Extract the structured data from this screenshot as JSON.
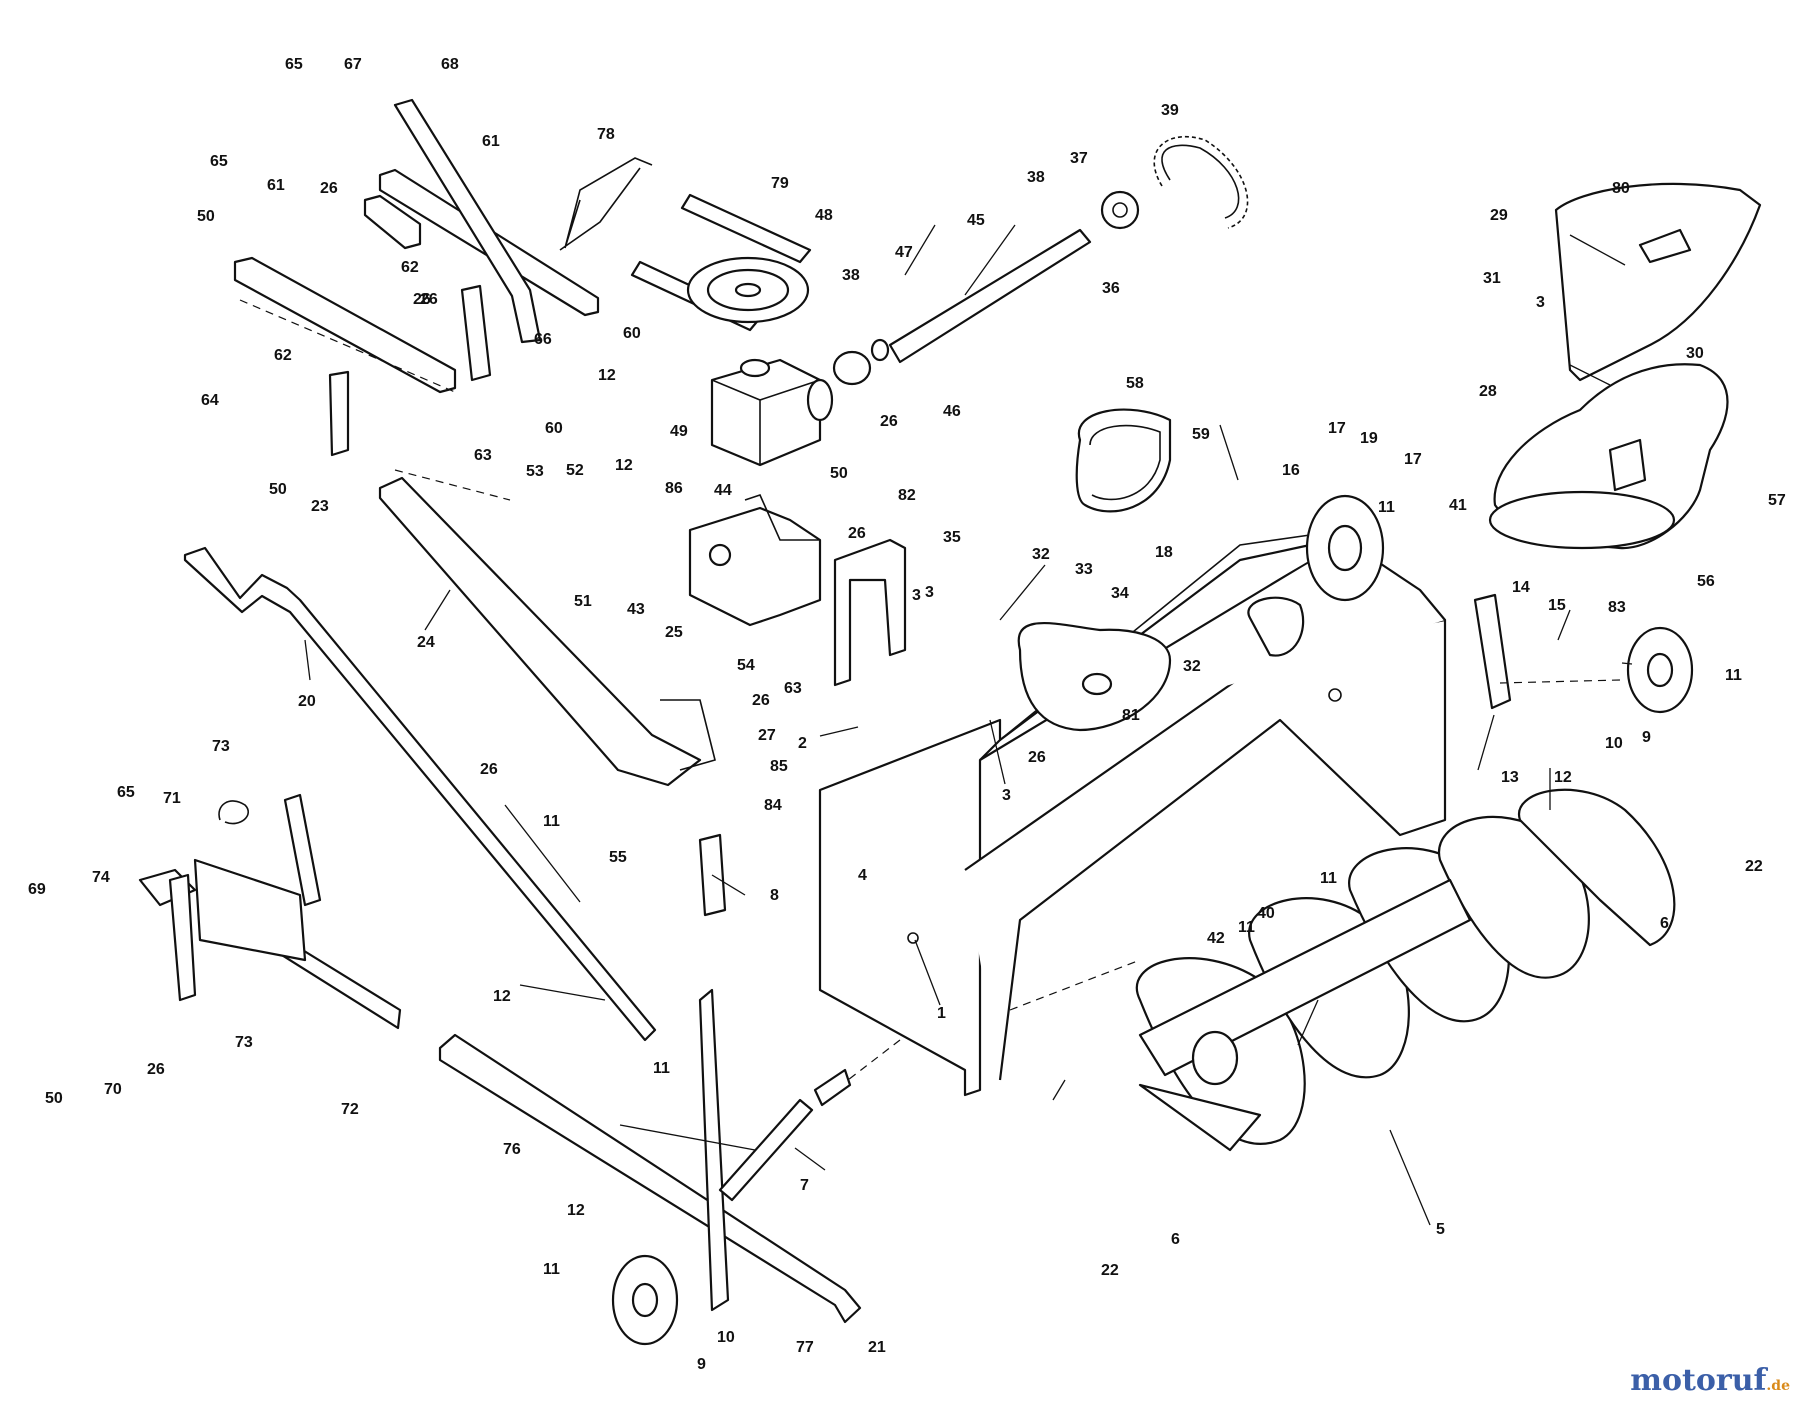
{
  "watermark": {
    "brand": "motoruf",
    "suffix": ".de"
  },
  "callouts": [
    {
      "id": "1"
    },
    {
      "id": "2"
    },
    {
      "id": "3a"
    },
    {
      "id": "3b"
    },
    {
      "id": "3c"
    },
    {
      "id": "3d"
    },
    {
      "id": "4"
    },
    {
      "id": "5"
    },
    {
      "id": "6a"
    },
    {
      "id": "6b"
    },
    {
      "id": "7"
    },
    {
      "id": "8"
    },
    {
      "id": "9a"
    },
    {
      "id": "9b"
    },
    {
      "id": "10a"
    },
    {
      "id": "10b"
    },
    {
      "id": "11a"
    },
    {
      "id": "11b"
    },
    {
      "id": "11c"
    },
    {
      "id": "11d"
    },
    {
      "id": "11e"
    },
    {
      "id": "11f"
    },
    {
      "id": "11g"
    },
    {
      "id": "12a"
    },
    {
      "id": "12b"
    },
    {
      "id": "12c"
    },
    {
      "id": "12d"
    },
    {
      "id": "12e"
    },
    {
      "id": "13"
    },
    {
      "id": "14"
    },
    {
      "id": "15"
    },
    {
      "id": "16"
    },
    {
      "id": "17a"
    },
    {
      "id": "17b"
    },
    {
      "id": "18"
    },
    {
      "id": "19"
    },
    {
      "id": "20"
    },
    {
      "id": "21"
    },
    {
      "id": "22a"
    },
    {
      "id": "22b"
    },
    {
      "id": "23"
    },
    {
      "id": "24"
    },
    {
      "id": "25"
    },
    {
      "id": "26a"
    },
    {
      "id": "26b"
    },
    {
      "id": "26c"
    },
    {
      "id": "26d"
    },
    {
      "id": "26e"
    },
    {
      "id": "26f"
    },
    {
      "id": "26g"
    },
    {
      "id": "26h"
    },
    {
      "id": "26i"
    },
    {
      "id": "27"
    },
    {
      "id": "28"
    },
    {
      "id": "29"
    },
    {
      "id": "30"
    },
    {
      "id": "31"
    },
    {
      "id": "32a"
    },
    {
      "id": "32b"
    },
    {
      "id": "33"
    },
    {
      "id": "34"
    },
    {
      "id": "35"
    },
    {
      "id": "36"
    },
    {
      "id": "37"
    },
    {
      "id": "38a"
    },
    {
      "id": "38b"
    },
    {
      "id": "39"
    },
    {
      "id": "40"
    },
    {
      "id": "41"
    },
    {
      "id": "42"
    },
    {
      "id": "43"
    },
    {
      "id": "44"
    },
    {
      "id": "45"
    },
    {
      "id": "46"
    },
    {
      "id": "47"
    },
    {
      "id": "48"
    },
    {
      "id": "49"
    },
    {
      "id": "50a"
    },
    {
      "id": "50b"
    },
    {
      "id": "50c"
    },
    {
      "id": "50d"
    },
    {
      "id": "51"
    },
    {
      "id": "52"
    },
    {
      "id": "53"
    },
    {
      "id": "54"
    },
    {
      "id": "55"
    },
    {
      "id": "56"
    },
    {
      "id": "57"
    },
    {
      "id": "58"
    },
    {
      "id": "59"
    },
    {
      "id": "60a"
    },
    {
      "id": "60b"
    },
    {
      "id": "61a"
    },
    {
      "id": "61b"
    },
    {
      "id": "62a"
    },
    {
      "id": "62b"
    },
    {
      "id": "63a"
    },
    {
      "id": "63b"
    },
    {
      "id": "64"
    },
    {
      "id": "65a"
    },
    {
      "id": "65b"
    },
    {
      "id": "65c"
    },
    {
      "id": "66"
    },
    {
      "id": "67"
    },
    {
      "id": "68"
    },
    {
      "id": "69"
    },
    {
      "id": "70"
    },
    {
      "id": "71"
    },
    {
      "id": "72"
    },
    {
      "id": "73a"
    },
    {
      "id": "73b"
    },
    {
      "id": "74"
    },
    {
      "id": "76"
    },
    {
      "id": "77"
    },
    {
      "id": "78"
    },
    {
      "id": "79"
    },
    {
      "id": "80"
    },
    {
      "id": "81"
    },
    {
      "id": "82"
    },
    {
      "id": "83"
    },
    {
      "id": "84"
    },
    {
      "id": "85"
    },
    {
      "id": "86"
    }
  ],
  "labels": {
    "1": "1",
    "2": "2",
    "3a": "3",
    "3b": "3",
    "3c": "3",
    "3d": "3",
    "4": "4",
    "5": "5",
    "6a": "6",
    "6b": "6",
    "7": "7",
    "8": "8",
    "9a": "9",
    "9b": "9",
    "10a": "10",
    "10b": "10",
    "11a": "11",
    "11b": "11",
    "11c": "11",
    "11d": "11",
    "11e": "11",
    "11f": "11",
    "11g": "11",
    "12a": "12",
    "12b": "12",
    "12c": "12",
    "12d": "12",
    "12e": "12",
    "13": "13",
    "14": "14",
    "15": "15",
    "16": "16",
    "17a": "17",
    "17b": "17",
    "18": "18",
    "19": "19",
    "20": "20",
    "21": "21",
    "22a": "22",
    "22b": "22",
    "23": "23",
    "24": "24",
    "25": "25",
    "26a": "26",
    "26b": "26",
    "26c": "26",
    "26d": "26",
    "26e": "26",
    "26f": "26",
    "26g": "26",
    "26h": "26",
    "26i": "26",
    "27": "27",
    "28": "28",
    "29": "29",
    "30": "30",
    "31": "31",
    "32a": "32",
    "32b": "32",
    "33": "33",
    "34": "34",
    "35": "35",
    "36": "36",
    "37": "37",
    "38a": "38",
    "38b": "38",
    "39": "39",
    "40": "40",
    "41": "41",
    "42": "42",
    "43": "43",
    "44": "44",
    "45": "45",
    "46": "46",
    "47": "47",
    "48": "48",
    "49": "49",
    "50a": "50",
    "50b": "50",
    "50c": "50",
    "50d": "50",
    "51": "51",
    "52": "52",
    "53": "53",
    "54": "54",
    "55": "55",
    "56": "56",
    "57": "57",
    "58": "58",
    "59": "59",
    "60a": "60",
    "60b": "60",
    "61a": "61",
    "61b": "61",
    "62a": "62",
    "62b": "62",
    "63a": "63",
    "63b": "63",
    "64": "64",
    "65a": "65",
    "65b": "65",
    "65c": "65",
    "66": "66",
    "67": "67",
    "68": "68",
    "69": "69",
    "70": "70",
    "71": "71",
    "72": "72",
    "73a": "73",
    "73b": "73",
    "74": "74",
    "76": "76",
    "77": "77",
    "78": "78",
    "79": "79",
    "80": "80",
    "81": "81",
    "82": "82",
    "83": "83",
    "84": "84",
    "85": "85",
    "86": "86"
  }
}
